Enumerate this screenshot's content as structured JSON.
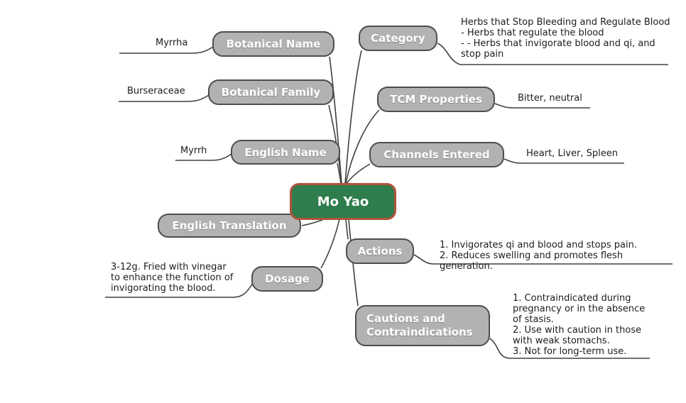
{
  "central_node": {
    "label": "Mo Yao"
  },
  "nodes": {
    "botanical_name": {
      "label": "Botanical Name",
      "value": "Myrrha"
    },
    "botanical_family": {
      "label": "Botanical Family",
      "value": "Burseraceae"
    },
    "english_name": {
      "label": "English Name",
      "value": "Myrrh"
    },
    "english_translation": {
      "label": "English Translation"
    },
    "dosage": {
      "label": "Dosage",
      "value": "3-12g. Fried with vinegar\nto enhance the function of\ninvigorating the blood."
    },
    "category": {
      "label": "Category",
      "value": "Herbs that Stop Bleeding and Regulate Blood\n- Herbs that regulate the blood\n- - Herbs that invigorate blood and qi, and\nstop pain"
    },
    "tcm_properties": {
      "label": "TCM Properties",
      "value": "Bitter, neutral"
    },
    "channels_entered": {
      "label": "Channels Entered",
      "value": "Heart, Liver, Spleen"
    },
    "actions": {
      "label": "Actions",
      "value": "1. Invigorates qi and blood and stops pain.\n2. Reduces swelling and promotes flesh generation."
    },
    "cautions": {
      "label": "Cautions and\nContraindications",
      "value": "1. Contraindicated during\npregnancy or in the absence\nof stasis.\n2. Use with caution in those\nwith weak stomachs.\n3. Not for long-term use."
    }
  },
  "colors": {
    "central_fill": "#2e7d4c",
    "central_border": "#b2523c",
    "node_fill": "#b2b2b2",
    "node_border": "#4d4d4d",
    "edge": "#404040"
  }
}
